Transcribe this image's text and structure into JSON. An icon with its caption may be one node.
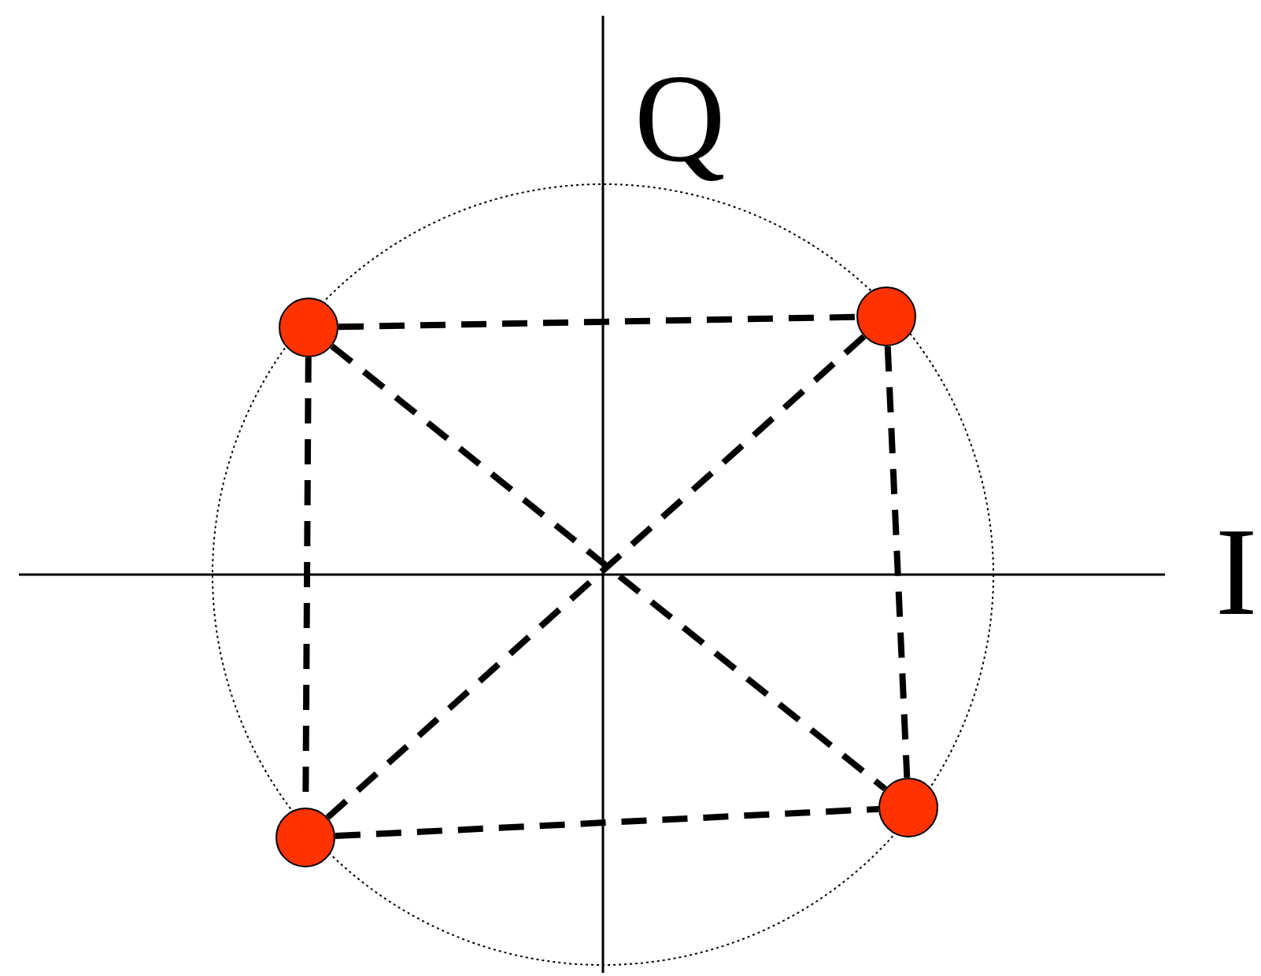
{
  "diagram": {
    "nodes": [
      {
        "text": [],
        "shape": "circle"
      },
      {
        "text": [],
        "shape": "circle"
      },
      {
        "text": [],
        "shape": "circle"
      },
      {
        "text": [],
        "shape": "circle"
      }
    ],
    "edges": [
      {
        "from": 0,
        "to": 1,
        "arrow": "none",
        "style": "dashed"
      },
      {
        "from": 0,
        "to": 2,
        "arrow": "none",
        "style": "dashed"
      },
      {
        "from": 1,
        "to": 3,
        "arrow": "none",
        "style": "dashed"
      },
      {
        "from": 2,
        "to": 3,
        "arrow": "none",
        "style": "dashed"
      },
      {
        "from": 0,
        "to": 3,
        "arrow": "none",
        "style": "dashed"
      },
      {
        "from": 1,
        "to": 2,
        "arrow": "none",
        "style": "dashed"
      }
    ],
    "labels": [
      "Q",
      "I"
    ]
  }
}
